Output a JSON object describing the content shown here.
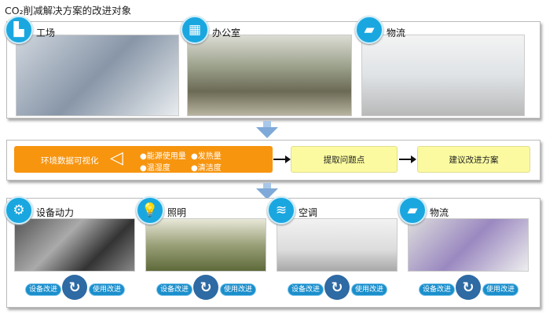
{
  "title": "CO₂削减解决方案的改进对象",
  "targets": [
    {
      "label": "工场",
      "icon": "factory-icon"
    },
    {
      "label": "办公室",
      "icon": "office-building-icon"
    },
    {
      "label": "物流",
      "icon": "truck-icon"
    }
  ],
  "process": {
    "visualize": "环境数据可视化",
    "metrics": [
      "●能源使用量",
      "●发热量",
      "●温湿度",
      "●清洁度"
    ],
    "step2": "提取问题点",
    "step3": "建议改进方案"
  },
  "solutions": [
    {
      "label": "设备动力",
      "icon": "robot-arm-icon"
    },
    {
      "label": "照明",
      "icon": "light-bulb-icon"
    },
    {
      "label": "空调",
      "icon": "air-conditioner-icon"
    },
    {
      "label": "物流",
      "icon": "truck-icon"
    }
  ],
  "buttons": {
    "equipment": "设备改进",
    "usage": "使用改进"
  },
  "colors": {
    "accent": "#1aa7e0",
    "orange": "#f7950f",
    "yellow": "#fbfaa0",
    "cycle": "#2e6aa3"
  }
}
